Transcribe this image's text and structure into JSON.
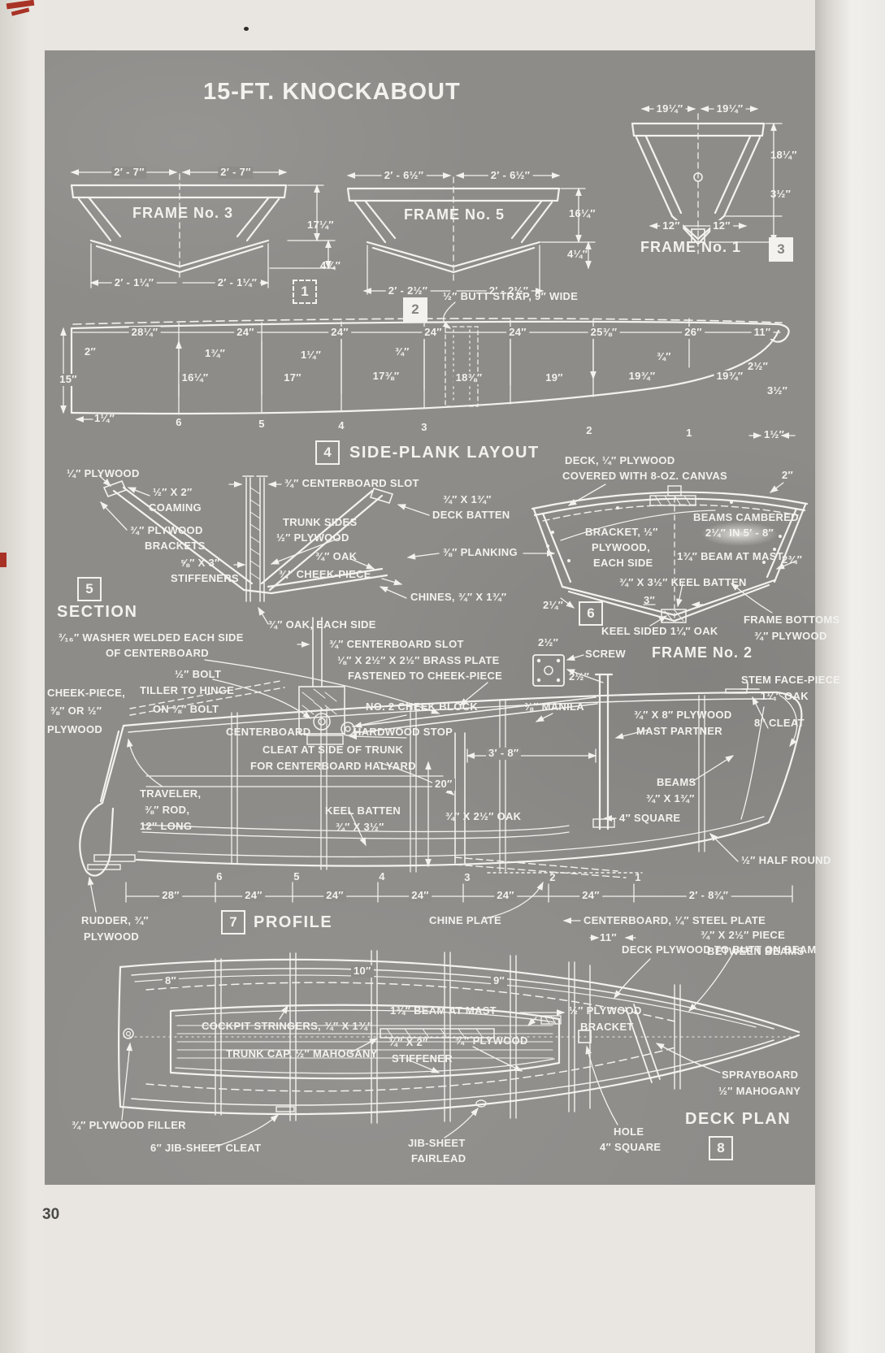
{
  "page": {
    "number": "30",
    "title": "15-FT. KNOCKABOUT"
  },
  "frame3": {
    "badge": "1",
    "name": "FRAME No. 3",
    "dim_top_l": "2′ - 7″",
    "dim_top_r": "2′ - 7″",
    "dim_height": "17¼″",
    "dim_deadrise": "4¾″",
    "dim_bot_l": "2′ - 1¼″",
    "dim_bot_r": "2′ - 1¼″"
  },
  "frame5": {
    "badge": "2",
    "name": "FRAME No. 5",
    "dim_top_l": "2′ - 6½″",
    "dim_top_r": "2′ - 6½″",
    "dim_height": "16¼″",
    "dim_deadrise": "4¼″",
    "dim_bot_l": "2′ - 2½″",
    "dim_bot_r": "2′ - 2½″"
  },
  "frame1": {
    "badge": "3",
    "name": "FRAME No. 1",
    "dim_top_l": "19¼″",
    "dim_top_r": "19¼″",
    "dim_height": "18¼″",
    "dim_deadrise": "3½″",
    "dim_bot_l": "12″",
    "dim_bot_r": "12″"
  },
  "sideplank": {
    "badge": "4",
    "title": "SIDE-PLANK LAYOUT",
    "butt_strap": "½″ BUTT STRAP, 9″ WIDE",
    "dims_top": [
      "28¼″",
      "24″",
      "24″",
      "24″",
      "24″",
      "25⅜″",
      "26″",
      "11″"
    ],
    "offsets": [
      "2″",
      "1¾″",
      "1¼″",
      "¾″",
      "¾″",
      "2½″"
    ],
    "widths": [
      "15″",
      "16¼″",
      "17″",
      "17⅜″",
      "18⅜″",
      "19″",
      "19¾″",
      "19¾″"
    ],
    "end_left": "1¼″",
    "end_right_top": "3½″",
    "end_right_bot": "1½″",
    "stations": [
      "6",
      "5",
      "4",
      "3",
      "2",
      "1"
    ]
  },
  "section": {
    "badge": "5",
    "title": "SECTION",
    "plywood": "¼″ PLYWOOD",
    "coaming1": "½″ X 2″",
    "coaming2": "COAMING",
    "brackets1": "¾″ PLYWOOD",
    "brackets2": "BRACKETS",
    "stiffeners1": "⅝″ X 3″",
    "stiffeners2": "STIFFENERS",
    "cb_slot": "¾″ CENTERBOARD SLOT",
    "trunk1": "TRUNK SIDES",
    "trunk2": "½″ PLYWOOD",
    "oak": "¾″ OAK",
    "cheek": "¾″ CHEEK-PIECE",
    "batten1": "¾″ X 1¾″",
    "batten2": "DECK BATTEN",
    "planking": "⅜″ PLANKING",
    "chines": "CHINES, ¾″ X 1¾″",
    "oak_each": "¾″ OAK, EACH SIDE"
  },
  "frame2": {
    "badge": "6",
    "name": "FRAME No. 2",
    "deck1": "DECK, ¼″ PLYWOOD",
    "deck2": "COVERED WITH 8-OZ. CANVAS",
    "dim2": "2″",
    "beams1": "BEAMS CAMBERED",
    "beams2": "2¼″ IN 5′ - 8″",
    "bracket1": "BRACKET, ½″",
    "bracket2": "PLYWOOD,",
    "bracket3": "EACH SIDE",
    "beam_mast": "1¾″ BEAM AT MAST",
    "keel_batten": "¾″ X 3½″ KEEL BATTEN",
    "dim234": "2¾″",
    "dim214": "2¼″",
    "dim3": "3″",
    "bottoms1": "FRAME BOTTOMS",
    "bottoms2": "¾″ PLYWOOD",
    "keel": "KEEL SIDED 1¼″ OAK"
  },
  "profile": {
    "badge": "7",
    "title": "PROFILE",
    "washer1": "³⁄₁₆″ WASHER WELDED EACH SIDE",
    "washer2": "OF CENTERBOARD",
    "bolt": "½″ BOLT",
    "cb_slot": "¾″ CENTERBOARD SLOT",
    "brass1": "⅛″ X 2½″ X 2½″ BRASS PLATE",
    "brass2": "FASTENED TO CHEEK-PIECE",
    "screw": "SCREW",
    "dim_screw_top": "2½″",
    "dim_screw_side": "2½″",
    "cheek1": "CHEEK-PIECE,",
    "cheek2": "⅜″ OR ½″",
    "cheek3": "PLYWOOD",
    "tiller1": "TILLER TO HINGE",
    "tiller2": "ON ⅜″ BOLT",
    "centerboard": "CENTERBOARD",
    "cheekblock": "NO. 2 CHEEK BLOCK",
    "stop": "HARDWOOD STOP",
    "manila": "⅜″ MANILA",
    "cleat1": "CLEAT AT SIDE OF TRUNK",
    "cleat2": "FOR CENTERBOARD HALYARD",
    "dim38": "3′ - 8″",
    "partner1": "¾″ X 8″ PLYWOOD",
    "partner2": "MAST PARTNER",
    "stem1": "STEM FACE-PIECE",
    "stem2": "1¼″ OAK",
    "cleat8": "8″ CLEAT",
    "traveler1": "TRAVELER,",
    "traveler2": "⅜″ ROD,",
    "traveler3": "12″ LONG",
    "keelbatten1": "KEEL BATTEN",
    "keelbatten2": "¾″ X 3½″",
    "dim20": "20″",
    "oak212": "¾″ X 2½″ OAK",
    "beams1": "BEAMS",
    "beams2": "¾″ X 1¾″",
    "square": "4″ SQUARE",
    "halfround": "½″ HALF ROUND",
    "rudder1": "RUDDER, ¾″",
    "rudder2": "PLYWOOD",
    "dims_bottom": [
      "28″",
      "24″",
      "24″",
      "24″",
      "24″",
      "24″",
      "2′ - 8¾″"
    ],
    "stations": [
      "6",
      "5",
      "4",
      "3",
      "2",
      "1"
    ]
  },
  "deckplan": {
    "badge": "8",
    "title": "DECK PLAN",
    "chine_plate": "CHINE PLATE",
    "centerboard": "CENTERBOARD, ¼″ STEEL PLATE",
    "dim11": "11″",
    "butt": "DECK PLYWOOD TO BUTT ON BEAM",
    "piece1": "¾″ X 2½″ PIECE",
    "piece2": "BETWEEN BEAMS",
    "dim8": "8″",
    "dim10": "10″",
    "dim9": "9″",
    "stringers": "COCKPIT STRINGERS, ¾″ X 1¾″",
    "trunkcap": "TRUNK CAP, ½″ MAHOGANY",
    "beam_mast": "1¾″ BEAM AT MAST",
    "stiffener1": "¾″ X 2″",
    "stiffener2": "STIFFENER",
    "plywood": "¾″ PLYWOOD",
    "bracket1": "½″ PLYWOOD",
    "bracket2": "BRACKET",
    "sprayboard1": "SPRAYBOARD",
    "sprayboard2": "½″ MAHOGANY",
    "filler": "¾″ PLYWOOD FILLER",
    "jibcleat": "6″ JIB-SHEET CLEAT",
    "fairlead1": "JIB-SHEET",
    "fairlead2": "FAIRLEAD",
    "hole1": "HOLE",
    "hole2": "4″ SQUARE"
  },
  "colors": {
    "plate": "#8e8c89",
    "ink": "#f3f2ee",
    "paper": "#e9e6e1",
    "red_mark": "#a93226"
  }
}
